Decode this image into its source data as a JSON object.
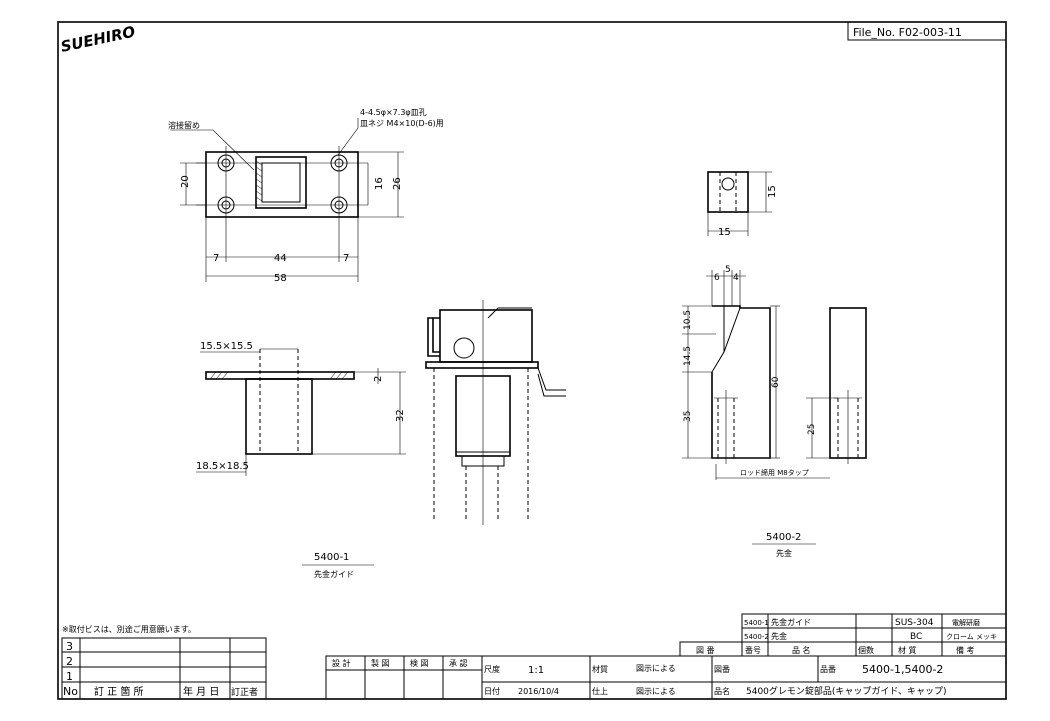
{
  "header": {
    "logo_text": "SUEHIRO",
    "file_no": "File_No. F02-003-11"
  },
  "view_plan": {
    "note_weld": "溶接留め",
    "note_hole_line1": "4-4.5φ×7.3φ皿孔",
    "note_hole_line2": "皿ネジ M4×10(D-6)用",
    "dim_20": "20",
    "dim_16": "16",
    "dim_26": "26",
    "dim_7a": "7",
    "dim_44": "44",
    "dim_7b": "7",
    "dim_58": "58"
  },
  "view_small": {
    "dim_15_v": "15",
    "dim_15_h": "15"
  },
  "view_guide_side": {
    "label_top": "15.5×15.5",
    "label_bottom": "18.5×18.5",
    "dim_2": "2",
    "dim_32": "32",
    "part_no": "5400-1",
    "part_name": "先金ガイド"
  },
  "view_tip": {
    "dim_6": "6",
    "dim_5": "5",
    "dim_4": "4",
    "dim_10_5": "10.5",
    "dim_14_5": "14.5",
    "dim_35": "35",
    "dim_60": "60",
    "dim_25": "25",
    "note_tap": "ロッド締用 M8タップ",
    "part_no": "5400-2",
    "part_name": "先金"
  },
  "notes": {
    "screw_note": "※取付ビスは、別途ご用意願います。"
  },
  "revision_table": {
    "rows": [
      "3",
      "2",
      "1"
    ],
    "headers": [
      "No",
      "訂 正 箇 所",
      "年 月 日",
      "訂正者"
    ]
  },
  "parts_list": {
    "rows": [
      {
        "no": "5400-1",
        "name": "先金ガイド",
        "material": "SUS-304",
        "finish": "電解研磨"
      },
      {
        "no": "5400-2",
        "name": "先金",
        "material": "BC",
        "finish": "クローム メッキ"
      }
    ],
    "headers": [
      "図 番",
      "番号",
      "品 名",
      "個数",
      "材 質",
      "備 考"
    ]
  },
  "title_block": {
    "sekkei": "設 計",
    "seizu": "製 図",
    "kenzu": "検 図",
    "shonin": "承 認",
    "scale_label": "尺度",
    "scale_value": "1:1",
    "material_label": "材質",
    "material_value": "図示による",
    "drawing_label": "図番",
    "product_no_label": "品番",
    "product_no_value": "5400-1,5400-2",
    "date_label": "日付",
    "date_value": "2016/10/4",
    "finish_label": "仕上",
    "finish_value": "図示による",
    "product_name_label": "品名",
    "product_name_value": "5400グレモン錠部品(キャップガイド、キャップ)"
  }
}
